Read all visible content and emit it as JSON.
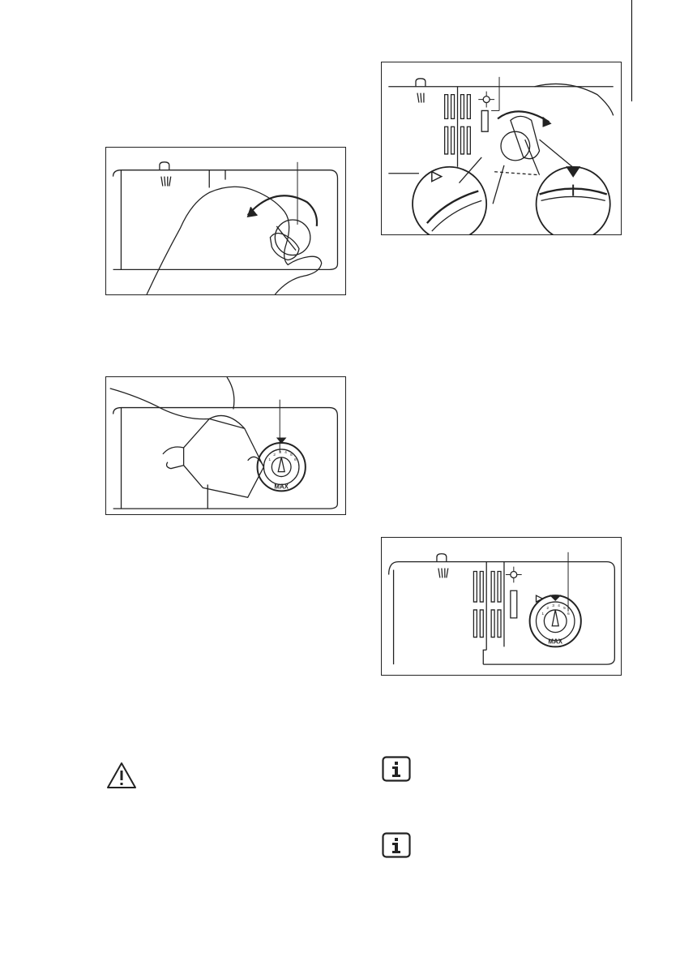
{
  "figures": [
    {
      "id": "fig1",
      "depicts": "hand turning the rinse aid dispenser lid anticlockwise"
    },
    {
      "id": "fig2",
      "depicts": "rinse aid bottle pouring into dispenser"
    },
    {
      "id": "fig3",
      "depicts": "turning the dispenser lid clockwise until it locks, with close-up markers"
    },
    {
      "id": "fig4",
      "depicts": "closed rinse aid dispenser with dosage selector"
    }
  ],
  "dial": {
    "max_label": "MAX",
    "scale_numbers": [
      "1",
      "2",
      "3",
      "4",
      "5",
      "6"
    ]
  },
  "icons": {
    "warning": "warning-triangle-icon",
    "info": "info-icon"
  },
  "colors": {
    "line": "#222222",
    "background": "#ffffff"
  }
}
